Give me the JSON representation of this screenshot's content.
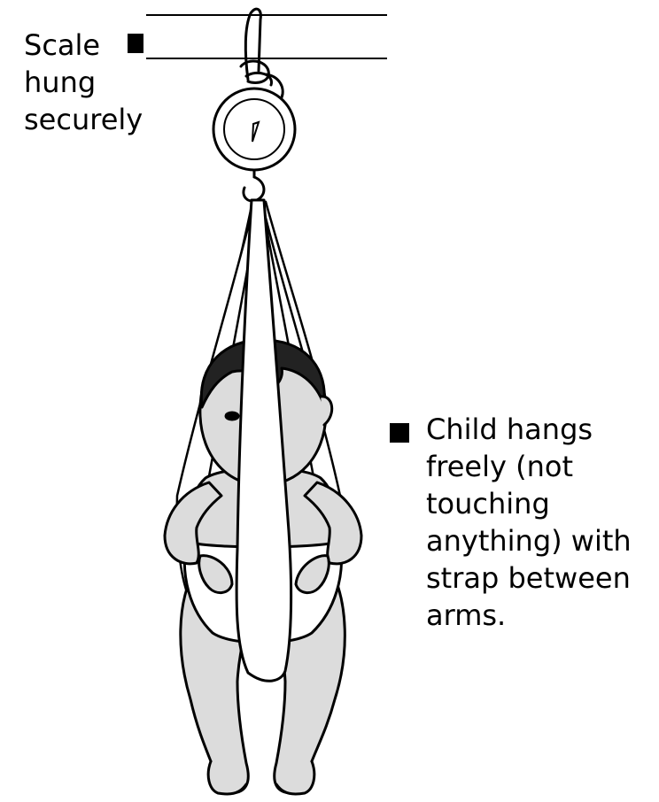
{
  "labels": {
    "scale": "Scale\nhung\nsecurely",
    "child": "Child hangs\nfreely (not\ntouching\nanything) with\nstrap between\narms."
  },
  "colors": {
    "ink": "#000000",
    "skin": "#dcdcdc",
    "hair": "#222222",
    "sling": "#ffffff"
  },
  "icons": {
    "bullet": "black-square"
  }
}
